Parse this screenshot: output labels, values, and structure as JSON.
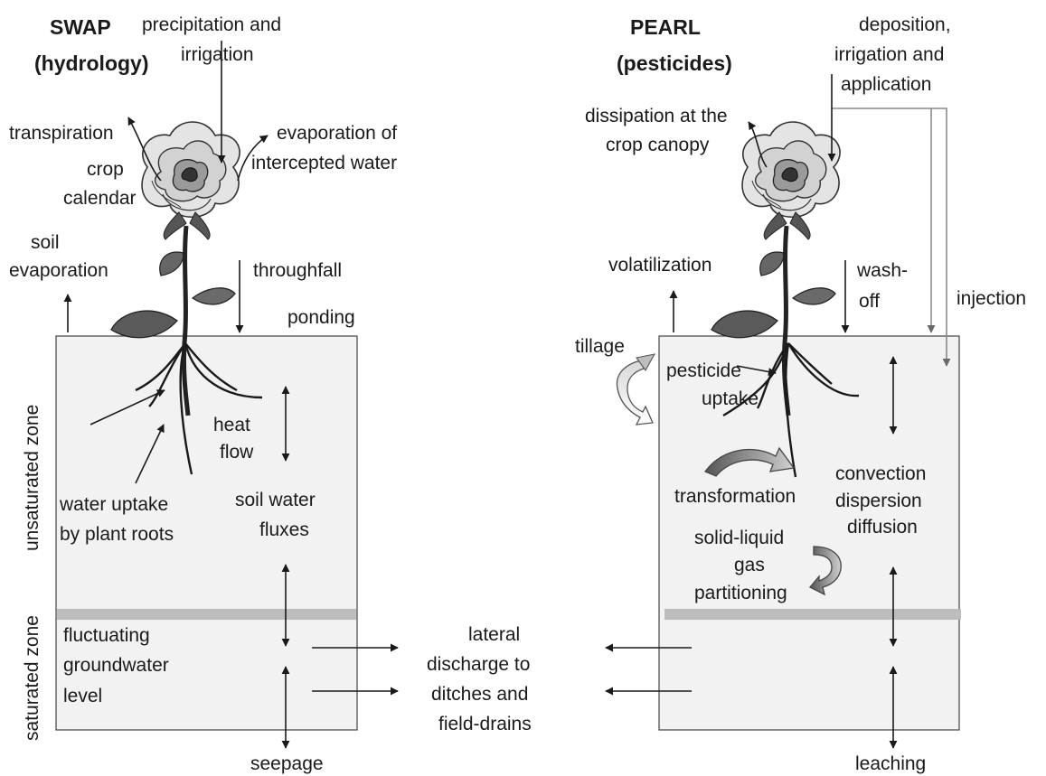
{
  "swap": {
    "title_line1": "SWAP",
    "title_line2": "(hydrology)",
    "precip_line1": "precipitation and",
    "precip_line2": "irrigation",
    "transpiration": "transpiration",
    "crop_line1": "crop",
    "crop_line2": "calendar",
    "evap_int_line1": "evaporation of",
    "evap_int_line2": "intercepted water",
    "soil_evap_line1": "soil",
    "soil_evap_line2": "evaporation",
    "throughfall": "throughfall",
    "ponding": "ponding",
    "heat_line1": "heat",
    "heat_line2": "flow",
    "uptake_line1": "water uptake",
    "uptake_line2": "by plant roots",
    "fluxes_line1": "soil water",
    "fluxes_line2": "fluxes",
    "gw_line1": "fluctuating",
    "gw_line2": "groundwater",
    "gw_line3": "level",
    "seepage": "seepage",
    "unsat_zone": "unsaturated zone",
    "sat_zone": "saturated zone"
  },
  "middle": {
    "lateral_line1": "lateral",
    "lateral_line2": "discharge to",
    "lateral_line3": "ditches and",
    "lateral_line4": "field-drains"
  },
  "pearl": {
    "title_line1": "PEARL",
    "title_line2": "(pesticides)",
    "deposition_line1": "deposition,",
    "deposition_line2": "irrigation and",
    "deposition_line3": "application",
    "dissipation_line1": "dissipation at the",
    "dissipation_line2": "crop canopy",
    "volatilization": "volatilization",
    "washoff_line1": "wash-",
    "washoff_line2": "off",
    "injection": "injection",
    "tillage": "tillage",
    "uptake_line1": "pesticide",
    "uptake_line2": "uptake",
    "transformation": "transformation",
    "convection_line1": "convection",
    "convection_line2": "dispersion",
    "convection_line3": "diffusion",
    "partition_line1": "solid-liquid",
    "partition_line2": "gas",
    "partition_line3": "partitioning",
    "leaching": "leaching"
  },
  "colors": {
    "soil_fill": "#f2f2f2",
    "water_table": "#bdbdbd",
    "text": "#1a1a1a",
    "guide_line": "#8a8a8a"
  },
  "icons": [
    "rose-plant-icon",
    "curved-arrow-icon"
  ]
}
